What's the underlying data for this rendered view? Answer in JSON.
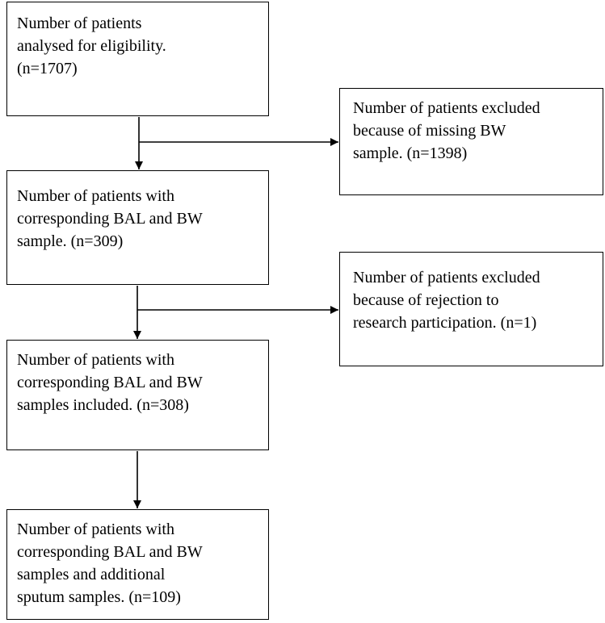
{
  "flowchart": {
    "nodes": [
      {
        "id": "eligibility",
        "lines": [
          "Number of patients",
          "analysed for eligibility.",
          "(n=1707)"
        ]
      },
      {
        "id": "excluded-missing-bw",
        "lines": [
          "Number of patients excluded",
          "because of missing BW",
          "sample. (n=1398)"
        ]
      },
      {
        "id": "corresponding-bal-bw",
        "lines": [
          "Number of patients with",
          "corresponding BAL and BW",
          "sample. (n=309)"
        ]
      },
      {
        "id": "excluded-rejection",
        "lines": [
          "Number of patients excluded",
          "because of rejection to",
          "research participation. (n=1)"
        ]
      },
      {
        "id": "included",
        "lines": [
          "Number of patients with",
          "corresponding BAL and BW",
          "samples included. (n=308)"
        ]
      },
      {
        "id": "sputum",
        "lines": [
          "Number of patients with",
          "corresponding BAL and BW",
          "samples and additional",
          "sputum samples. (n=109)"
        ]
      }
    ],
    "edges": [
      {
        "from": "eligibility",
        "to": "corresponding-bal-bw"
      },
      {
        "from": "eligibility",
        "to": "excluded-missing-bw"
      },
      {
        "from": "corresponding-bal-bw",
        "to": "included"
      },
      {
        "from": "corresponding-bal-bw",
        "to": "excluded-rejection"
      },
      {
        "from": "included",
        "to": "sputum"
      }
    ],
    "colors": {
      "stroke": "#000000",
      "text": "#000000",
      "background": "#ffffff"
    }
  }
}
